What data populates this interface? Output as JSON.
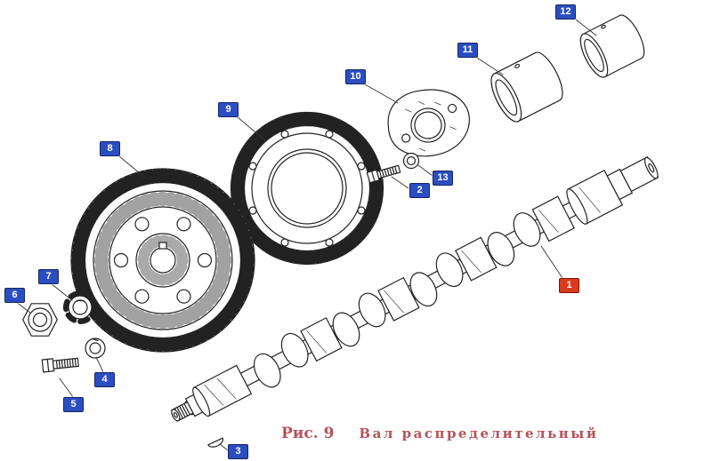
{
  "figure": {
    "caption_prefix": "Рис. 9",
    "caption_title": "Вал распределительный"
  },
  "colors": {
    "label_blue": "#2a4ec2",
    "label_red": "#da3a1c",
    "line_art": "#222222",
    "caption": "#b5525a",
    "background": "#ffffff"
  },
  "labels": [
    {
      "text": "1",
      "part": "camshaft"
    },
    {
      "text": "2",
      "part": "bolt"
    },
    {
      "text": "3",
      "part": "woodruff-key"
    },
    {
      "text": "4",
      "part": "spring-washer"
    },
    {
      "text": "5",
      "part": "bolt"
    },
    {
      "text": "6",
      "part": "nut"
    },
    {
      "text": "7",
      "part": "lock-washer"
    },
    {
      "text": "8",
      "part": "camshaft-gear"
    },
    {
      "text": "9",
      "part": "gear-ring"
    },
    {
      "text": "10",
      "part": "thrust-plate"
    },
    {
      "text": "11",
      "part": "bushing"
    },
    {
      "text": "12",
      "part": "bushing"
    },
    {
      "text": "13",
      "part": "flat-washer"
    }
  ]
}
